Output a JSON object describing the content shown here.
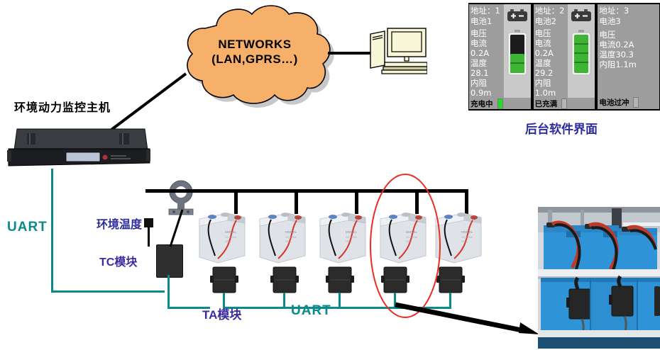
{
  "diagram": {
    "title_host": "环境动力监控主机",
    "cloud_label_line1": "NETWORKS",
    "cloud_label_line2": "(LAN,GPRS…)",
    "software_caption": "后台软件界面",
    "uart_left": "UART",
    "uart_bottom": "UART",
    "ta_module": "TA模块",
    "tc_module": "TC模块",
    "ambient_temp": "环境温度",
    "colors": {
      "cloud_fill": "#f7b06a",
      "teal": "#0a8a8a",
      "blue_label": "#2c2c9e",
      "purple_label": "#3b2ca0",
      "highlight_ellipse": "#ee2a24",
      "panel_bg": "#9d9d9d",
      "panel_border": "#000000",
      "battery_green": "#3eb334",
      "photo_blue": "#2a8fd8"
    }
  },
  "software_panel": {
    "cards": [
      {
        "address": "地址：1\n电池1",
        "readings": "电压\n电流0.2A\n温度28.1\n内阻0.9m",
        "status": "充电中",
        "led_color": "#22dd22",
        "charge_level": 2,
        "icon": "battery-terminal-icon",
        "show_icon": true,
        "show_gauge": true
      },
      {
        "address": "地址：2\n电池2",
        "readings": "电压\n电流0.2A\n温度29.2\n内阻1.0m",
        "status": "已充满",
        "led_color": "#b5b5b5",
        "charge_level": 4,
        "icon": "battery-terminal-icon",
        "show_icon": true,
        "show_gauge": true
      },
      {
        "address": "地址：3\n电池3",
        "readings": "电压\n电流0.2A\n温度30.3\n内阻1.1m",
        "status": "电池过冲",
        "led_color": "#b5b5b5",
        "charge_level": 0,
        "icon": "battery-terminal-icon",
        "show_icon": false,
        "show_gauge": false
      }
    ]
  }
}
